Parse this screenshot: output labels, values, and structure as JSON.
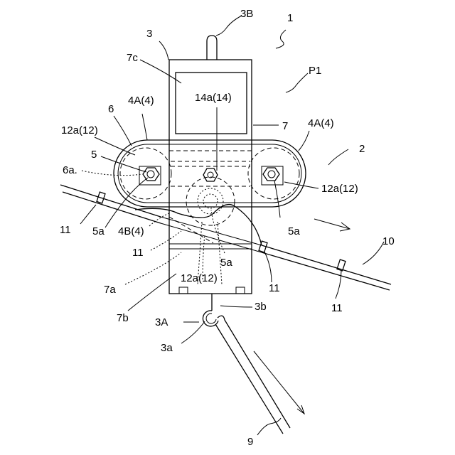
{
  "labels": {
    "l_1": "1",
    "l_3B": "3B",
    "l_3": "3",
    "l_P1": "P1",
    "l_7c": "7c",
    "l_4A_top": "4A(4)",
    "l_14a": "14a(14)",
    "l_6": "6",
    "l_7": "7",
    "l_4A_right": "4A(4)",
    "l_12a_left": "12a(12)",
    "l_2": "2",
    "l_5": "5",
    "l_6a": "6a.",
    "l_12a_right": "12a(12)",
    "l_11_left": "11",
    "l_5a_left": "5a",
    "l_4B": "4B(4)",
    "l_5a_right": "5a",
    "l_10": "10",
    "l_11_center": "11",
    "l_5a_center": "5a",
    "l_7a": "7a",
    "l_12a_bottom": "12a(12)",
    "l_11_mid": "11",
    "l_11_right": "11",
    "l_7b": "7b",
    "l_3A": "3A",
    "l_3b": "3b",
    "l_3a": "3a",
    "l_9": "9"
  }
}
